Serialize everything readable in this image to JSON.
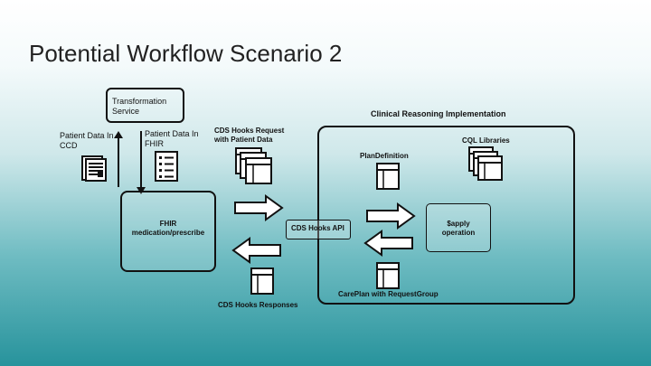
{
  "slide": {
    "title": "Potential Workflow Scenario 2"
  },
  "diagram": {
    "transformation_service": "Transformation Service",
    "patient_data_ccd": "Patient Data In CCD",
    "patient_data_fhir": "Patient Data In FHIR",
    "fhir_box": "FHIR medication/prescribe",
    "cds_request": "CDS Hooks Request with Patient Data",
    "cds_responses": "CDS Hooks Responses",
    "cds_api": "CDS Hooks API",
    "clinical_impl": "Clinical Reasoning Implementation",
    "plan_definition": "PlanDefinition",
    "cql_libraries": "CQL Libraries",
    "apply_operation": "$apply operation",
    "careplan": "CarePlan with RequestGroup"
  }
}
